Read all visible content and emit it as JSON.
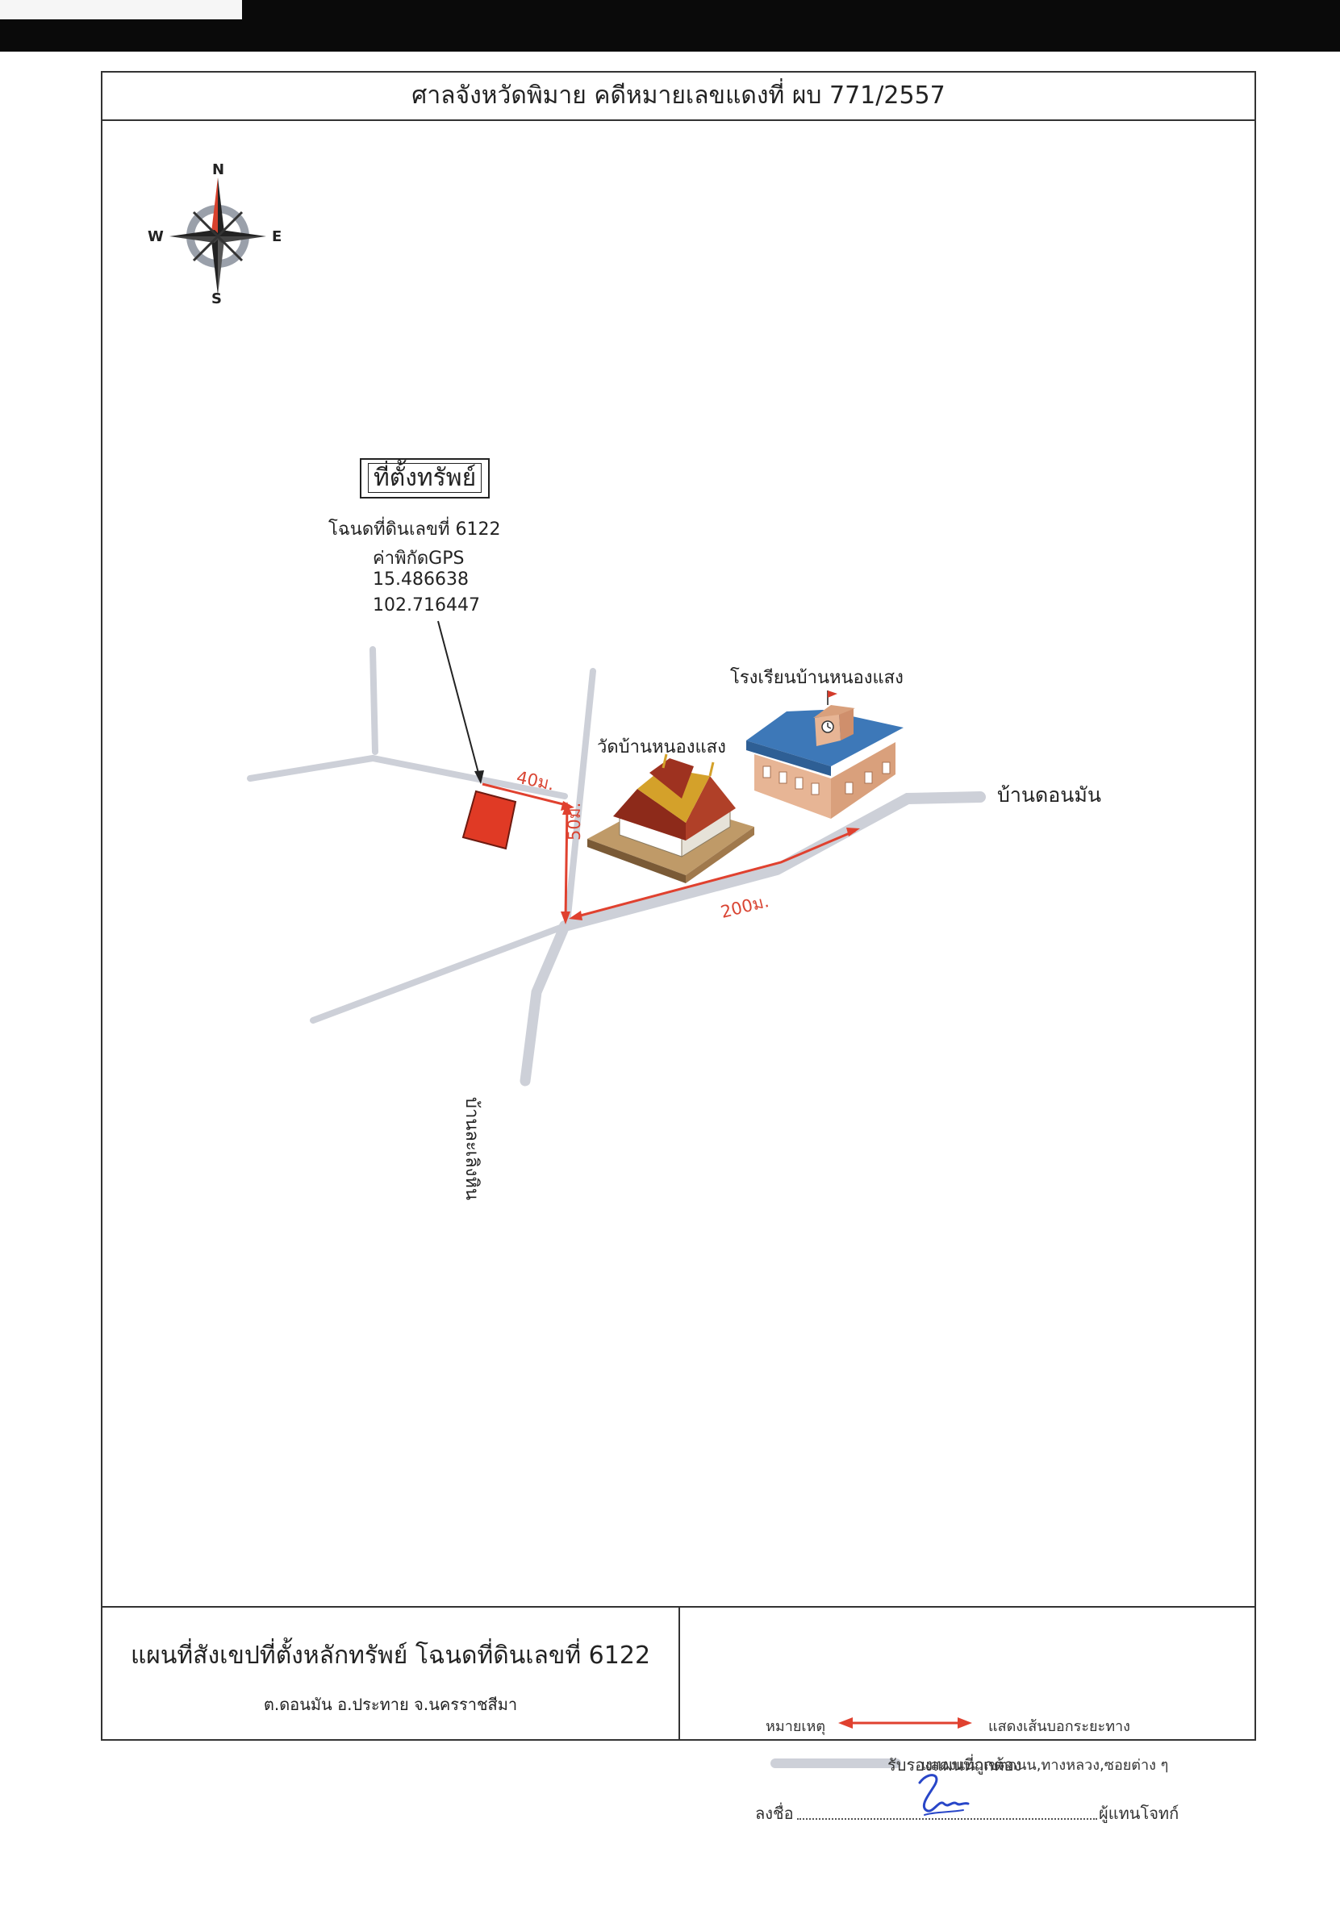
{
  "header": {
    "title": "ศาลจังหวัดพิมาย คดีหมายเลขแดงที่ ผบ 771/2557"
  },
  "compass": {
    "north": "N",
    "south": "S",
    "east": "E",
    "west": "W"
  },
  "property": {
    "title": "ที่ตั้งทรัพย์",
    "deed": "โฉนดที่ดินเลขที่ 6122",
    "gps_label": "ค่าพิกัดGPS",
    "lat": "15.486638",
    "lon": "102.716447"
  },
  "places": {
    "school": "โรงเรียนบ้านหนองแสง",
    "temple": "วัดบ้านหนองแสง",
    "ban_don_man": "บ้านดอนมัน",
    "ban_la_loeng_hin": "บ้านละเลิงหิน"
  },
  "distances": {
    "d40": "40ม.",
    "d50": "50ม.",
    "d200": "200ม."
  },
  "footer": {
    "map_title": "แผนที่สังเขปที่ตั้งหลักทรัพย์ โฉนดที่ดินเลขที่ 6122",
    "location": "ต.ดอนมัน  อ.ประทาย  จ.นครราชสีมา",
    "legend_label": "หมายเหตุ",
    "legend_route": "แสดงเส้นบอกระยะทาง",
    "legend_road": "แสดงแนวเขตถนน,ทางหลวง,ซอยต่าง ๆ"
  },
  "certification": {
    "certified_text": "รับรองแผนที่ถูกต้อง",
    "sign_label": "ลงชื่อ",
    "role": "ผู้แทนโจทก์"
  },
  "colors": {
    "route": "#e0412f",
    "road": "#cdd0d8",
    "property": "#e03a25",
    "school_roof": "#3d78b8",
    "school_wall": "#e8b89a"
  }
}
